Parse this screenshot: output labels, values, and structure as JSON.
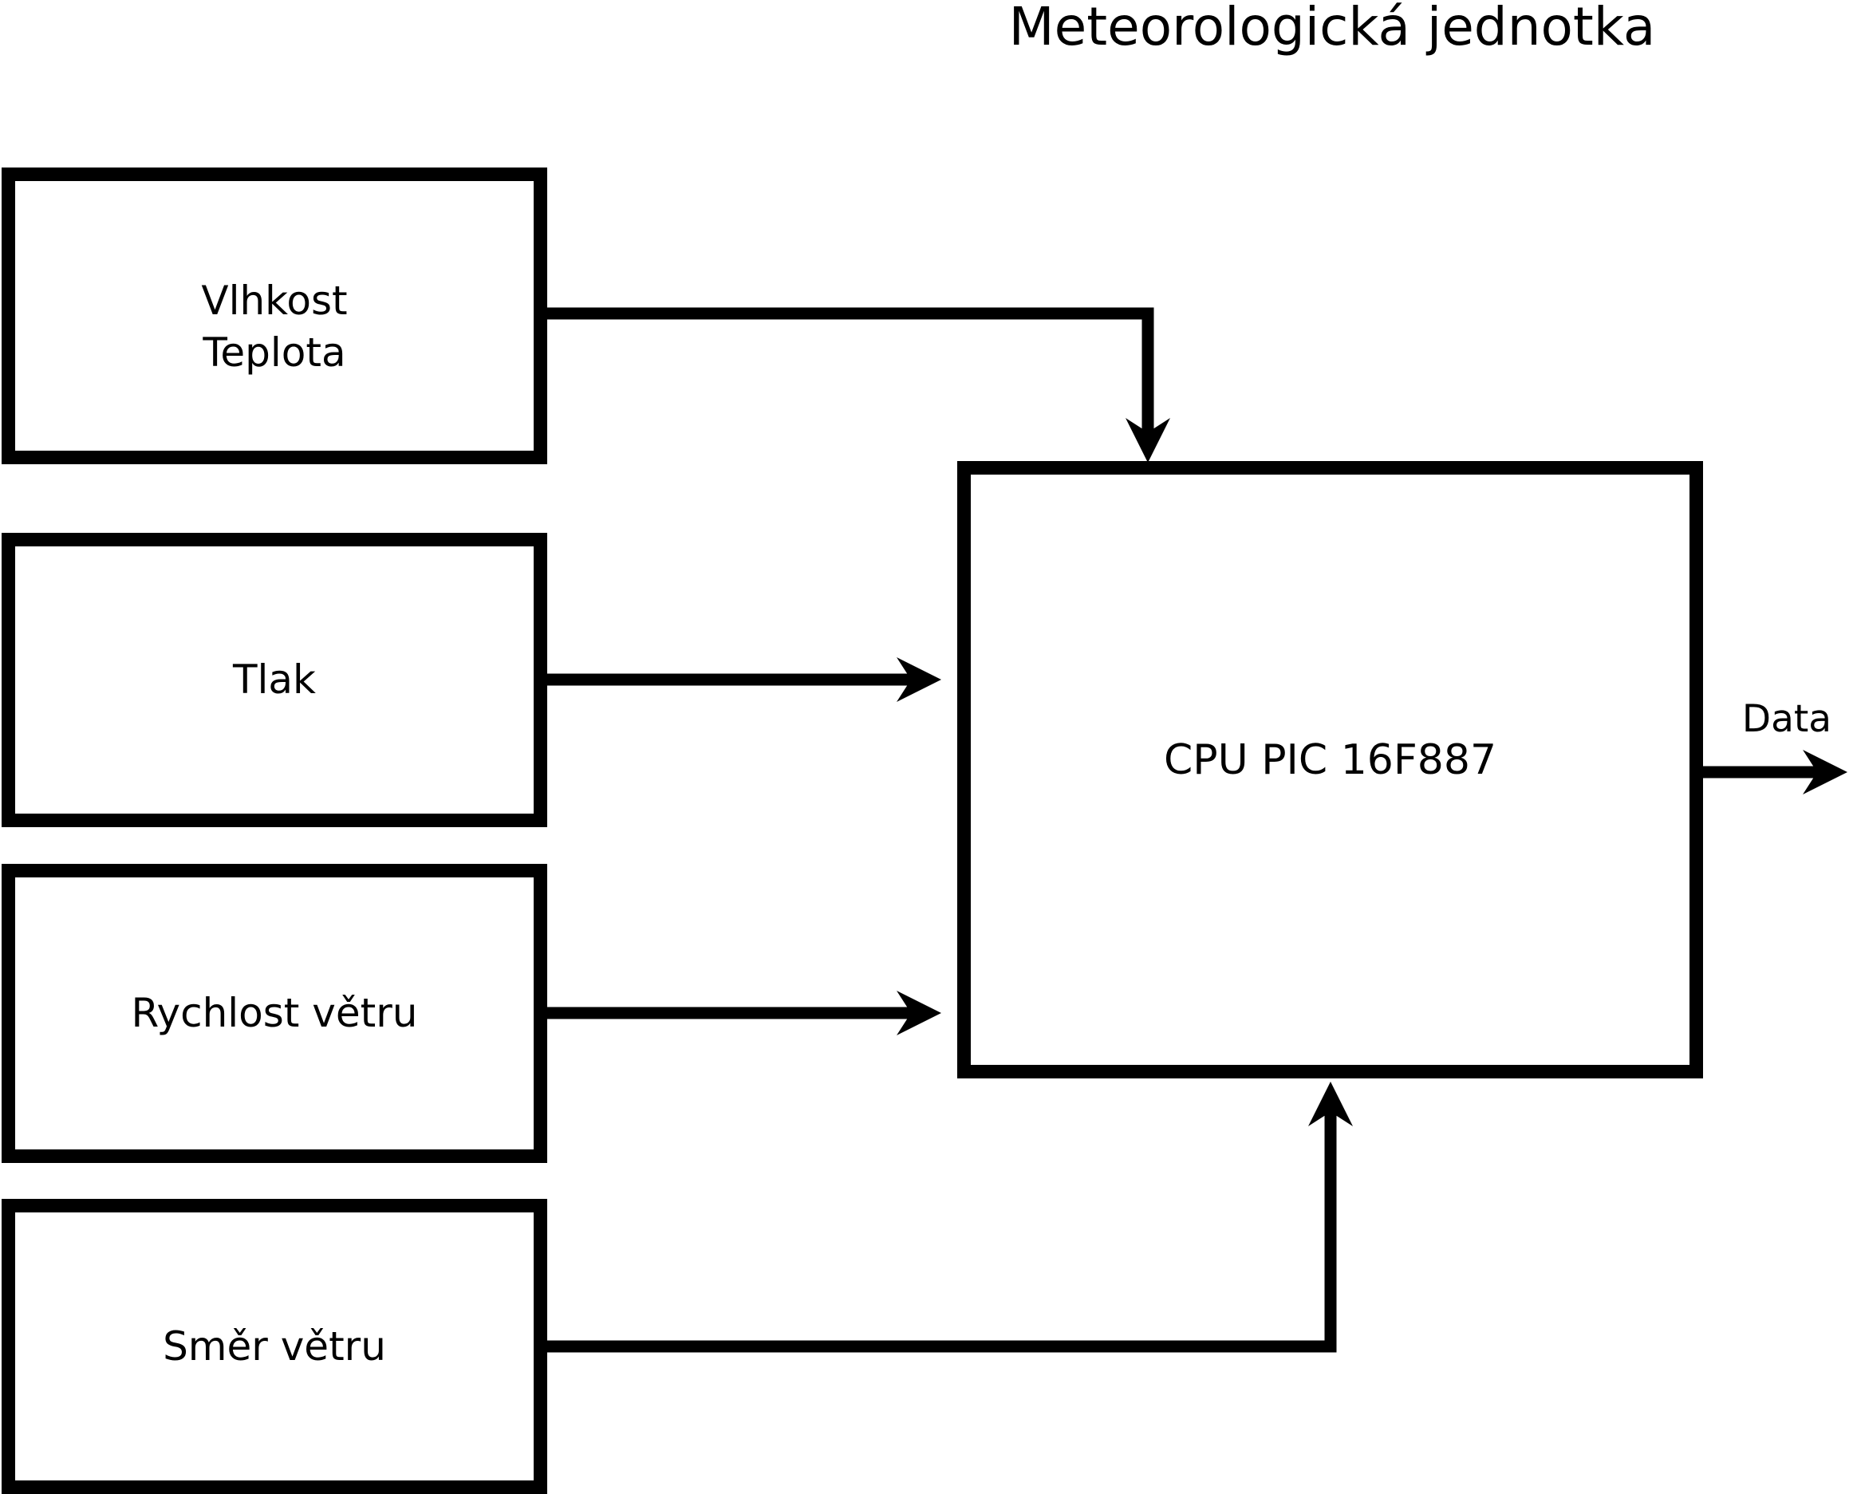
{
  "diagram": {
    "title": "Meteorologická jednotka",
    "sensors": [
      {
        "lines": [
          "Vlhkost",
          "Teplota"
        ]
      },
      {
        "lines": [
          "Tlak"
        ]
      },
      {
        "lines": [
          "Rychlost větru"
        ]
      },
      {
        "lines": [
          "Směr větru"
        ]
      }
    ],
    "cpu": {
      "label": "CPU PIC 16F887"
    },
    "output": {
      "label": "Data"
    },
    "colors": {
      "stroke": "#000000",
      "background": "#ffffff"
    }
  }
}
